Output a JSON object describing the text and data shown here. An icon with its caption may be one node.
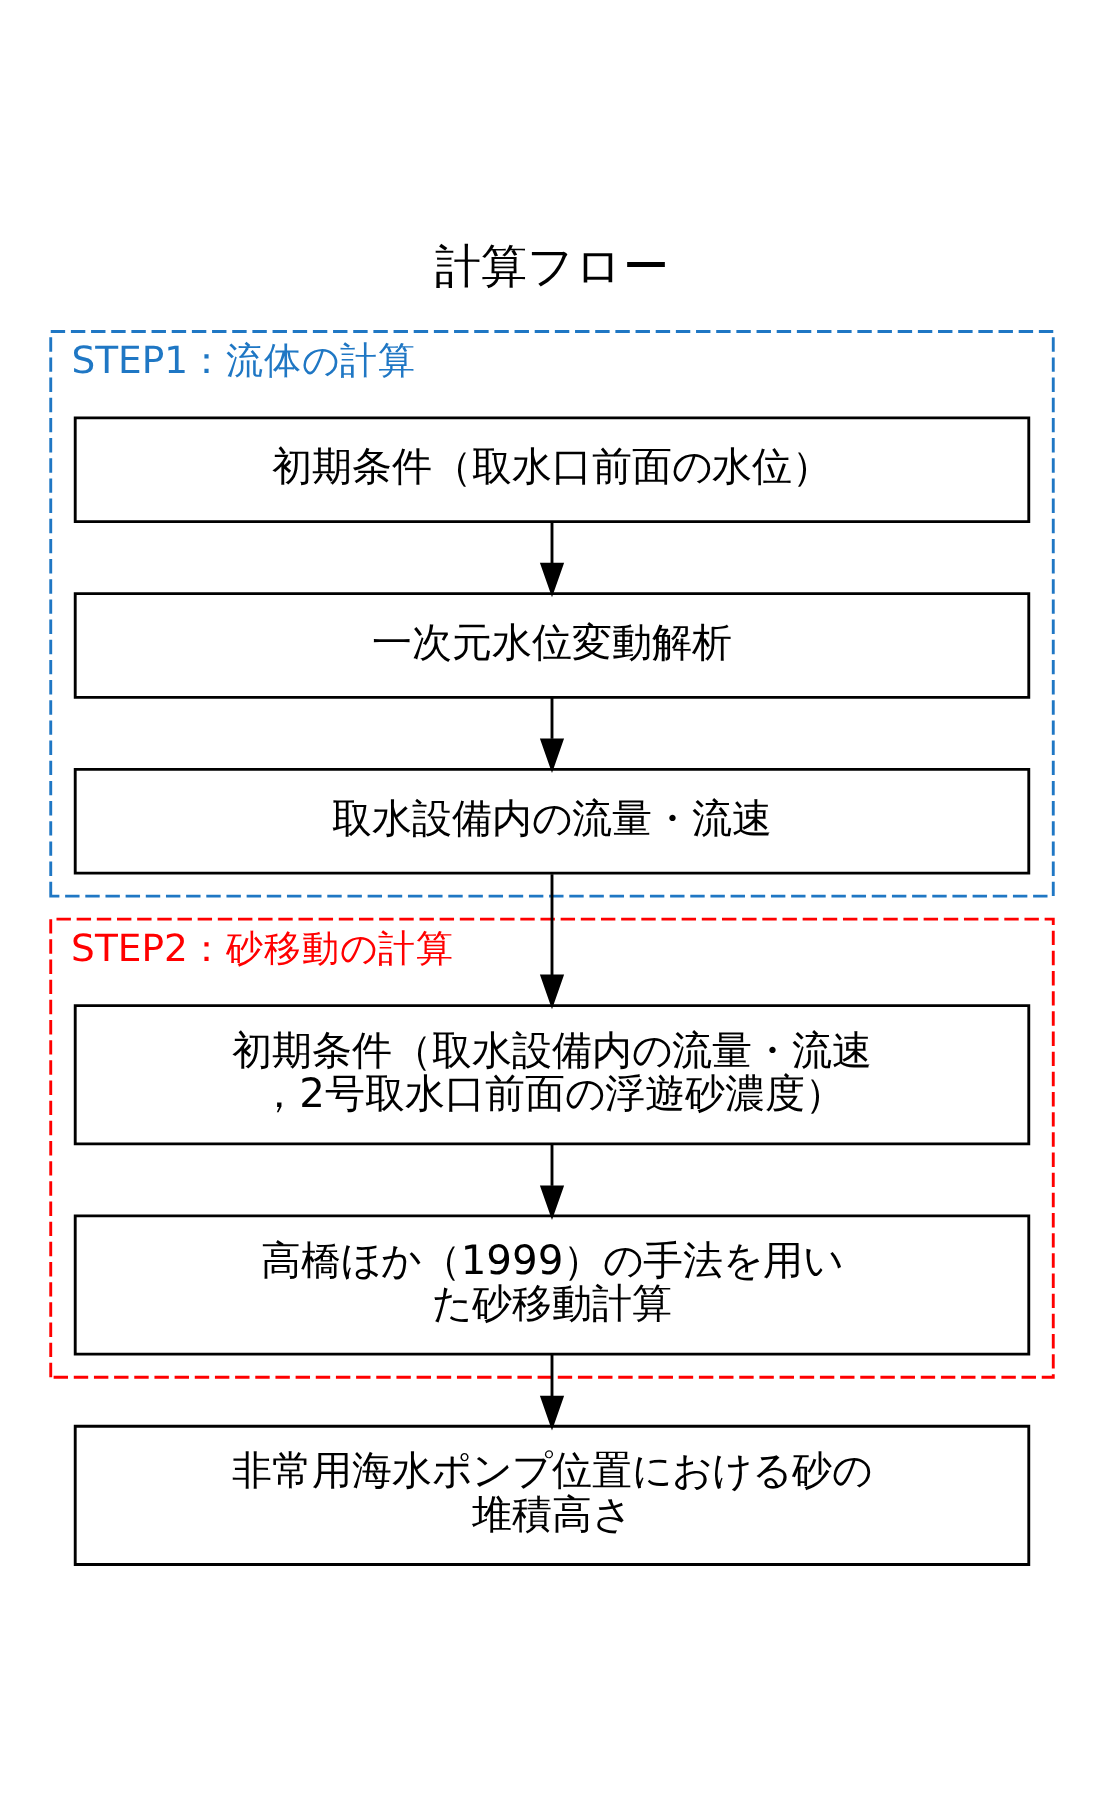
{
  "diagram": {
    "title": "計算フロー",
    "nodes": [
      {
        "text": [
          "STEP1：流体の計算"
        ]
      },
      {
        "text": [
          "初期条件（取水口前面の水位）"
        ],
        "in": 0
      },
      {
        "text": [
          "一次元水位変動解析"
        ],
        "in": 0
      },
      {
        "text": [
          "取水設備内の流量・流速"
        ],
        "in": 0
      },
      {
        "text": [
          "STEP2：砂移動の計算"
        ]
      },
      {
        "text": [
          "初期条件（取水設備内の流量・流速，2号取水口前面の浮遊砂濃度）"
        ],
        "in": 4
      },
      {
        "text": [
          "高橋ほか（1999）の手法を用いた砂移動計算"
        ],
        "in": 4
      },
      {
        "text": [
          "非常用海水ポンプ位置における砂の堆積高さ"
        ]
      }
    ],
    "edges": [
      {
        "from": 1,
        "to": 2,
        "arrow": "to"
      },
      {
        "from": 2,
        "to": 3,
        "arrow": "to"
      },
      {
        "from": 3,
        "to": 5,
        "arrow": "to"
      },
      {
        "from": 5,
        "to": 6,
        "arrow": "to"
      },
      {
        "from": 6,
        "to": 7,
        "arrow": "to"
      }
    ]
  }
}
